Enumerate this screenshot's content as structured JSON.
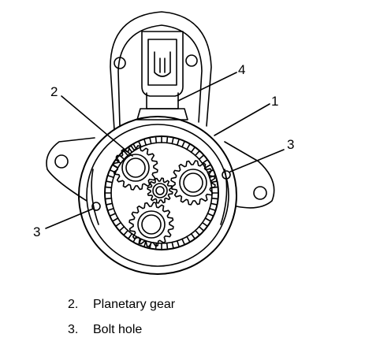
{
  "callouts": {
    "c1": "1",
    "c2": "2",
    "c3_right": "3",
    "c3_left": "3",
    "c4": "4"
  },
  "legend": [
    {
      "number": "2.",
      "text": "Planetary gear"
    },
    {
      "number": "3.",
      "text": "Bolt hole"
    }
  ],
  "colors": {
    "ink": "#000000",
    "paper": "#ffffff"
  }
}
